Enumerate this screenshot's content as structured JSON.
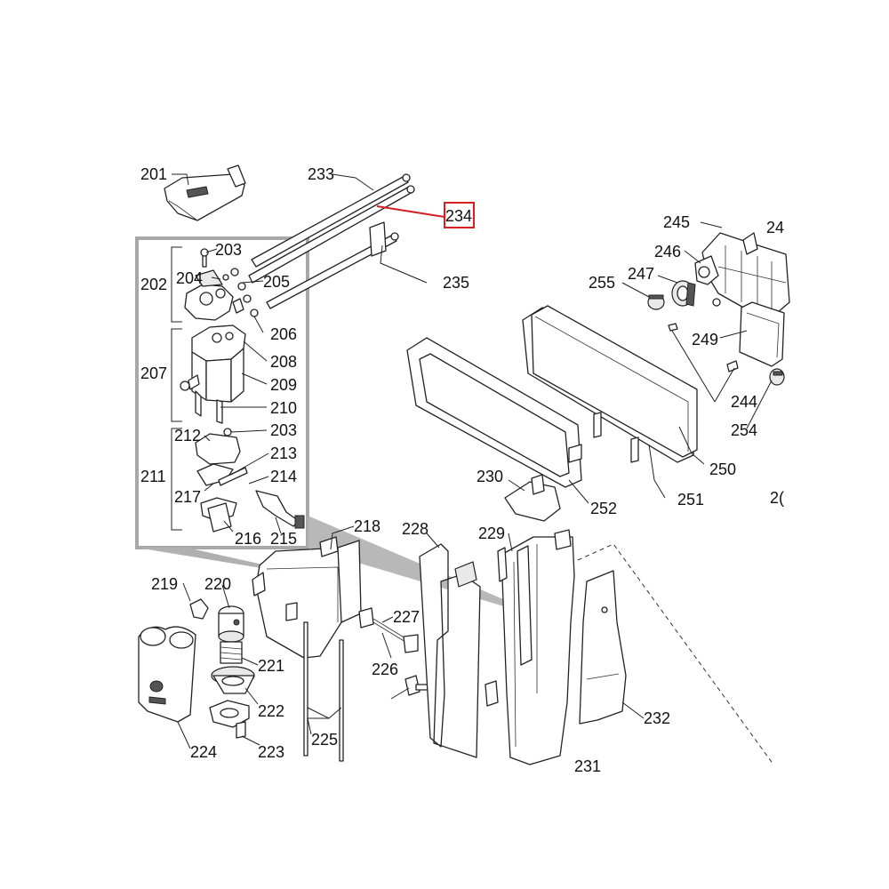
{
  "diagram": {
    "highlight_color": "#d42020",
    "group_box_color": "#a8a8a8",
    "highlighted_label": "234",
    "part_labels": {
      "p201": "201",
      "p202": "202",
      "p203a": "203",
      "p203b": "203",
      "p204": "204",
      "p205": "205",
      "p206": "206",
      "p207": "207",
      "p208": "208",
      "p209": "209",
      "p210": "210",
      "p211": "211",
      "p212": "212",
      "p213": "213",
      "p214": "214",
      "p215": "215",
      "p216": "216",
      "p217": "217",
      "p218": "218",
      "p219": "219",
      "p220": "220",
      "p221": "221",
      "p222": "222",
      "p223": "223",
      "p224": "224",
      "p225": "225",
      "p226": "226",
      "p227": "227",
      "p228": "228",
      "p229": "229",
      "p230": "230",
      "p231": "231",
      "p232": "232",
      "p233": "233",
      "p234": "234",
      "p235": "235",
      "p244": "244",
      "p245": "245",
      "p246": "246",
      "p247": "247",
      "p248": "24",
      "p249": "249",
      "p250": "250",
      "p251": "251",
      "p252": "252",
      "p254": "254",
      "p255": "255",
      "p256": "2("
    }
  }
}
